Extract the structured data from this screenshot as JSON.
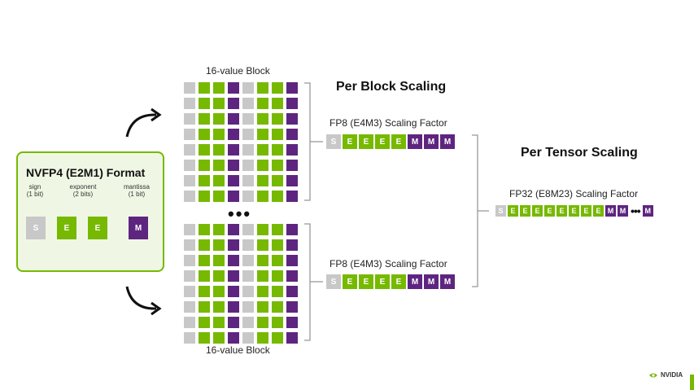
{
  "format_box": {
    "title": "NVFP4 (E2M1) Format",
    "sign_label": "sign",
    "sign_bits": "(1 bit)",
    "exponent_label": "exponent",
    "exponent_bits": "(2 bits)",
    "mantissa_label": "mantissa",
    "mantissa_bits": "(1 bit)",
    "bits": [
      "S",
      "E",
      "E",
      "M"
    ]
  },
  "blocks": {
    "top_label": "16-value Block",
    "bottom_label": "16-value Block",
    "ellipsis": "•••"
  },
  "per_block": {
    "heading": "Per Block Scaling",
    "factor_label_top": "FP8 (E4M3) Scaling Factor",
    "factor_label_bottom": "FP8 (E4M3) Scaling Factor",
    "bits": [
      "S",
      "E",
      "E",
      "E",
      "E",
      "M",
      "M",
      "M"
    ]
  },
  "per_tensor": {
    "heading": "Per Tensor Scaling",
    "factor_label": "FP32 (E8M23) Scaling Factor",
    "bits_before_dots": [
      "S",
      "E",
      "E",
      "E",
      "E",
      "E",
      "E",
      "E",
      "E",
      "M",
      "M"
    ],
    "dots": "•••",
    "last_bit": "M"
  },
  "logo": {
    "text": "NVIDIA"
  },
  "colors": {
    "green": "#76b900",
    "purple": "#5e2580",
    "gray": "#c8c8c8",
    "box_fill": "#eff7e4"
  }
}
